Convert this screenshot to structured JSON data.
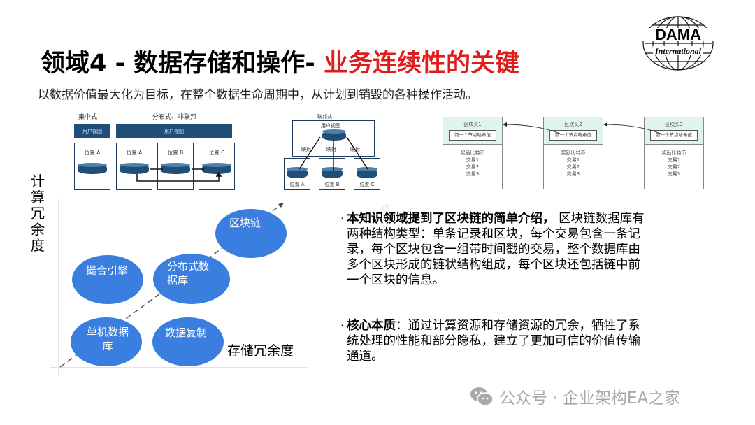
{
  "header": {
    "title_black": "领域4 - 数据存储和操作- ",
    "title_red": "业务连续性的关键",
    "subtitle": "以数据价值最大化为目标，在整个数据生命周期中，从计划到销毁的各种操作活动。",
    "logo": {
      "main": "DAMA",
      "sub": "International",
      "icon": "globe-icon"
    }
  },
  "diagram_architectures": {
    "centralized_label": "集中式",
    "distributed_label": "分布式、非联邦",
    "user_view": "用户视图",
    "locations": [
      "位置 A",
      "位置 A",
      "位置 B",
      "位置 C"
    ]
  },
  "diagram_federated": {
    "label": "联邦式",
    "user_view": "用户视图",
    "mapping": [
      "映射",
      "映射",
      "映射"
    ],
    "locations": [
      "位置 A",
      "位置 B",
      "位置 C"
    ]
  },
  "diagram_blockchain": {
    "blocks": [
      {
        "head": "区块头1",
        "prev_hash": "前一个节点哈希值",
        "items": [
          "奖励比特币",
          "交易1",
          "交易2",
          "交易3",
          "……"
        ]
      },
      {
        "head": "区块头2",
        "prev_hash": "前一个节点哈希值",
        "items": [
          "奖励比特币",
          "交易1",
          "交易2",
          "交易3",
          "……"
        ]
      },
      {
        "head": "区块头3",
        "prev_hash": "前一个节点哈希值",
        "items": [
          "奖励比特币",
          "交易1",
          "交易2",
          "交易3",
          "……"
        ]
      }
    ]
  },
  "redundancy_chart": {
    "y_label": "计算冗余度",
    "x_label": "存储冗余度",
    "nodes": [
      {
        "label": "单机数据库",
        "color": "#3a7fe0"
      },
      {
        "label": "数据复制",
        "color": "#3a7fe0"
      },
      {
        "label": "撮合引擎",
        "color": "#3a7fe0"
      },
      {
        "label": "分布式数据库",
        "color": "#3a7fe0"
      },
      {
        "label": "区块链",
        "color": "#3a7fe0"
      }
    ]
  },
  "content": {
    "para1_bold": "本知识领域提到了区块链的简单介绍，",
    "para1_lines": [
      "区块链数据库有",
      "两种结构类型：单条记录和区块，每个交易包含一条记",
      "录，每个区块包含一组带时间戳的交易，整个数据库由",
      "多个区块形成的链状结构组成，每个区块还包括链中前",
      "一个区块的信息。"
    ],
    "para2_bold": "核心本质",
    "para2_lines": [
      "：通过计算资源和存储资源的冗余，牺牲了系",
      "统处理的性能和部分隐私，建立了更加可信的价值传输",
      "通道。"
    ]
  },
  "footer": {
    "watermark": "公众号 · 企业架构EA之家",
    "icon": "wechat-icon"
  }
}
